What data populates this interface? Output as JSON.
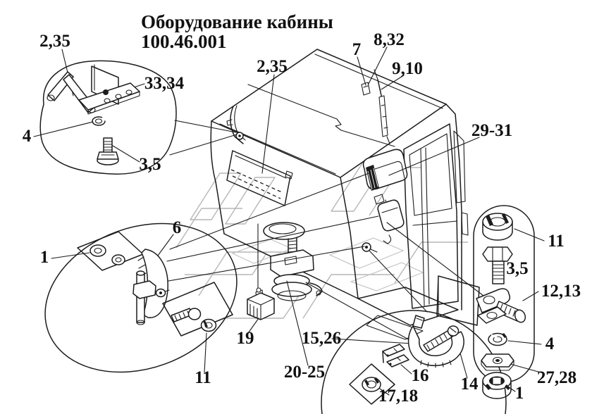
{
  "title": {
    "line1": "Оборудование кабины",
    "line2": "100.46.001"
  },
  "colors": {
    "ink": "#1c1c1c",
    "watermark": "#b6b6b6",
    "background": "#ffffff"
  },
  "callouts": {
    "c2_35_a": "2,35",
    "c33_34": "33,34",
    "c4_a": "4",
    "c3_5_a": "3,5",
    "c2_35_b": "2,35",
    "c7": "7",
    "c8_32": "8,32",
    "c9_10": "9,10",
    "c29_31": "29-31",
    "c6": "6",
    "c1_a": "1",
    "c11_a": "11",
    "c19": "19",
    "c15_26": "15,26",
    "c20_25": "20-25",
    "c16": "16",
    "c17_18": "17,18",
    "c14": "14",
    "c11_b": "11",
    "c3_5_b": "3,5",
    "c12_13": "12,13",
    "c4_b": "4",
    "c27_28": "27,28",
    "c1_b": "1"
  }
}
